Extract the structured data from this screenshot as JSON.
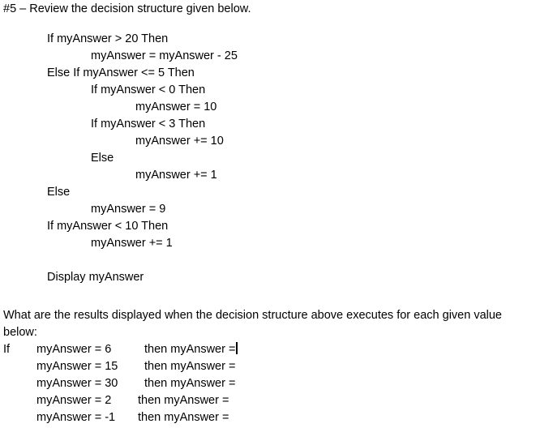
{
  "document": {
    "heading": "#5 – Review the decision structure given below.",
    "pseudocode": [
      {
        "indent": 1,
        "text": "If myAnswer > 20 Then"
      },
      {
        "indent": 2,
        "text": "myAnswer = myAnswer - 25"
      },
      {
        "indent": 1,
        "text": "Else If myAnswer <= 5 Then"
      },
      {
        "indent": 2,
        "text": "If myAnswer < 0 Then"
      },
      {
        "indent": 3,
        "text": "myAnswer = 10"
      },
      {
        "indent": 2,
        "text": "If myAnswer < 3 Then"
      },
      {
        "indent": 3,
        "text": "myAnswer += 10"
      },
      {
        "indent": 2,
        "text": "Else"
      },
      {
        "indent": 3,
        "text": "myAnswer += 1"
      },
      {
        "indent": 1,
        "text": "Else"
      },
      {
        "indent": 2,
        "text": "myAnswer = 9"
      },
      {
        "indent": 1,
        "text": "If myAnswer < 10 Then"
      },
      {
        "indent": 2,
        "text": "myAnswer += 1"
      },
      {
        "indent": 1,
        "text": ""
      },
      {
        "indent": 1,
        "text": "Display myAnswer"
      }
    ],
    "question": {
      "line1": "What are the results displayed when the decision structure above executes for each given value",
      "line2": "below:"
    },
    "answers": {
      "if_label": "If",
      "then_label": "then myAnswer =",
      "rows": [
        {
          "condition": "myAnswer = 6",
          "then": "then myAnswer =",
          "width": "wide",
          "caret": true,
          "answer": ""
        },
        {
          "condition": "myAnswer = 15",
          "then": "then myAnswer =",
          "width": "wide",
          "caret": false,
          "answer": ""
        },
        {
          "condition": "myAnswer = 30",
          "then": "then myAnswer =",
          "width": "wide",
          "caret": false,
          "answer": ""
        },
        {
          "condition": "myAnswer = 2",
          "then": "then myAnswer =",
          "width": "narrow",
          "caret": false,
          "answer": ""
        },
        {
          "condition": "myAnswer = -1",
          "then": "then myAnswer =",
          "width": "narrow",
          "caret": false,
          "answer": ""
        }
      ]
    }
  },
  "colors": {
    "background": "#ffffff",
    "text": "#000000",
    "caret": "#000000"
  }
}
